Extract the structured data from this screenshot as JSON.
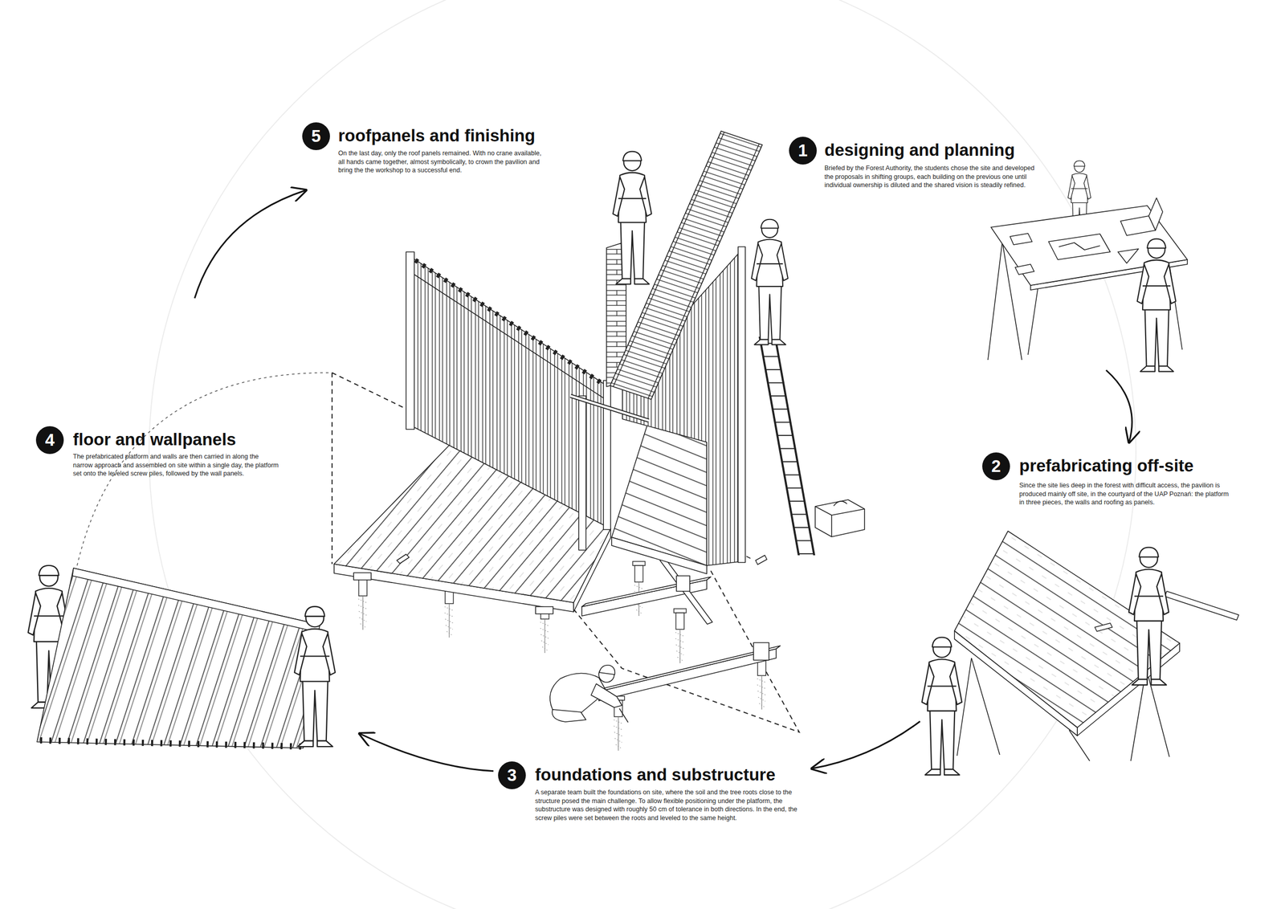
{
  "diagram": {
    "nodes": [
      {
        "text": [
          "1",
          "designing and planning",
          "Briefed by the Forest Authority, the students chose the site and developed the proposals in shifting groups, each building on the previous one until individual ownership is diluted and the shared vision is steadily refined."
        ]
      },
      {
        "text": [
          "2",
          "prefabricating off-site",
          "Since the site lies deep in the forest with difficult access, the pavilion is produced mainly off site, in the courtyard of the UAP Poznań: the platform in three pieces, the walls and roofing as panels."
        ]
      },
      {
        "text": [
          "3",
          "foundations and substructure",
          "A separate team built the foundations on site, where the soil and the tree roots close to the structure posed the main challenge. To allow flexible positioning under the platform, the substructure was designed with roughly 50 cm of tolerance in both directions. In the end, the screw piles were set between the roots and leveled to the same height."
        ]
      },
      {
        "text": [
          "4",
          "floor and wallpanels",
          "The prefabricated platform and walls are then carried in along the narrow approach and assembled on site within a single day, the platform set onto the leveled screw piles, followed by the wall panels."
        ]
      },
      {
        "text": [
          "5",
          "roofpanels and finishing",
          "On the last day, only the roof panels remained. With no crane available, all hands came together, almost symbolically, to crown the pavilion and bring the the workshop to a successful end."
        ]
      }
    ],
    "edges": [
      {
        "from": 0,
        "to": 1,
        "arrow": "to"
      },
      {
        "from": 1,
        "to": 2,
        "arrow": "to"
      },
      {
        "from": 2,
        "to": 3,
        "arrow": "to"
      },
      {
        "from": 3,
        "to": 4,
        "arrow": "to"
      }
    ]
  }
}
